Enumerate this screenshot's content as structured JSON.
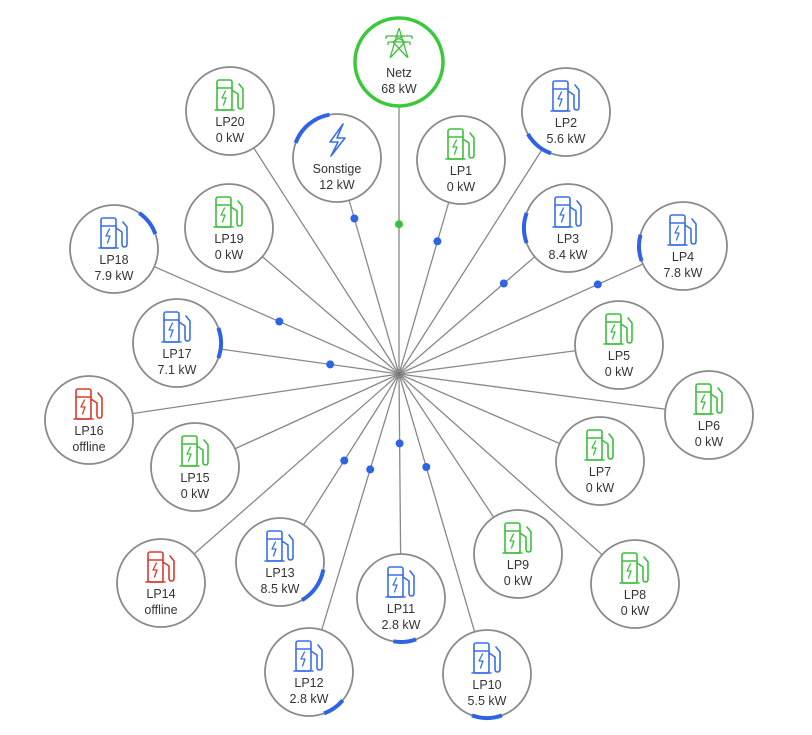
{
  "colors": {
    "charging": "#3a6fe8",
    "idle": "#3cbf3c",
    "offline": "#d83a2e",
    "flow": "#2f63e6",
    "grid_flow": "#39c239",
    "line": "#888888",
    "border": "#8a8a8a",
    "grid_border": "#3cc83c",
    "sonstige": "#3a6fe8"
  },
  "center": {
    "name": "hub"
  },
  "grid": {
    "name": "Netz",
    "value": "68 kW",
    "icon": "power-pylon-icon"
  },
  "other": {
    "name": "Sonstige",
    "value": "12 kW",
    "icon": "lightning-icon"
  },
  "charge_points": [
    {
      "id": "lp1",
      "name": "LP1",
      "value": "0 kW",
      "status": "idle",
      "icon": "charging-station-icon"
    },
    {
      "id": "lp2",
      "name": "LP2",
      "value": "5.6 kW",
      "status": "charging",
      "icon": "charging-station-icon"
    },
    {
      "id": "lp3",
      "name": "LP3",
      "value": "8.4 kW",
      "status": "charging",
      "icon": "charging-station-icon"
    },
    {
      "id": "lp4",
      "name": "LP4",
      "value": "7.8 kW",
      "status": "charging",
      "icon": "charging-station-icon"
    },
    {
      "id": "lp5",
      "name": "LP5",
      "value": "0 kW",
      "status": "idle",
      "icon": "charging-station-icon"
    },
    {
      "id": "lp6",
      "name": "LP6",
      "value": "0 kW",
      "status": "idle",
      "icon": "charging-station-icon"
    },
    {
      "id": "lp7",
      "name": "LP7",
      "value": "0 kW",
      "status": "idle",
      "icon": "charging-station-icon"
    },
    {
      "id": "lp8",
      "name": "LP8",
      "value": "0 kW",
      "status": "idle",
      "icon": "charging-station-icon"
    },
    {
      "id": "lp9",
      "name": "LP9",
      "value": "0 kW",
      "status": "idle",
      "icon": "charging-station-icon"
    },
    {
      "id": "lp10",
      "name": "LP10",
      "value": "5.5 kW",
      "status": "charging",
      "icon": "charging-station-icon"
    },
    {
      "id": "lp11",
      "name": "LP11",
      "value": "2.8 kW",
      "status": "charging",
      "icon": "charging-station-icon"
    },
    {
      "id": "lp12",
      "name": "LP12",
      "value": "2.8 kW",
      "status": "charging",
      "icon": "charging-station-icon"
    },
    {
      "id": "lp13",
      "name": "LP13",
      "value": "8.5 kW",
      "status": "charging",
      "icon": "charging-station-icon"
    },
    {
      "id": "lp14",
      "name": "LP14",
      "value": "offline",
      "status": "offline",
      "icon": "charging-station-icon"
    },
    {
      "id": "lp15",
      "name": "LP15",
      "value": "0 kW",
      "status": "idle",
      "icon": "charging-station-icon"
    },
    {
      "id": "lp16",
      "name": "LP16",
      "value": "offline",
      "status": "offline",
      "icon": "charging-station-icon"
    },
    {
      "id": "lp17",
      "name": "LP17",
      "value": "7.1 kW",
      "status": "charging",
      "icon": "charging-station-icon"
    },
    {
      "id": "lp18",
      "name": "LP18",
      "value": "7.9 kW",
      "status": "charging",
      "icon": "charging-station-icon"
    },
    {
      "id": "lp19",
      "name": "LP19",
      "value": "0 kW",
      "status": "idle",
      "icon": "charging-station-icon"
    },
    {
      "id": "lp20",
      "name": "LP20",
      "value": "0 kW",
      "status": "idle",
      "icon": "charging-station-icon"
    }
  ]
}
